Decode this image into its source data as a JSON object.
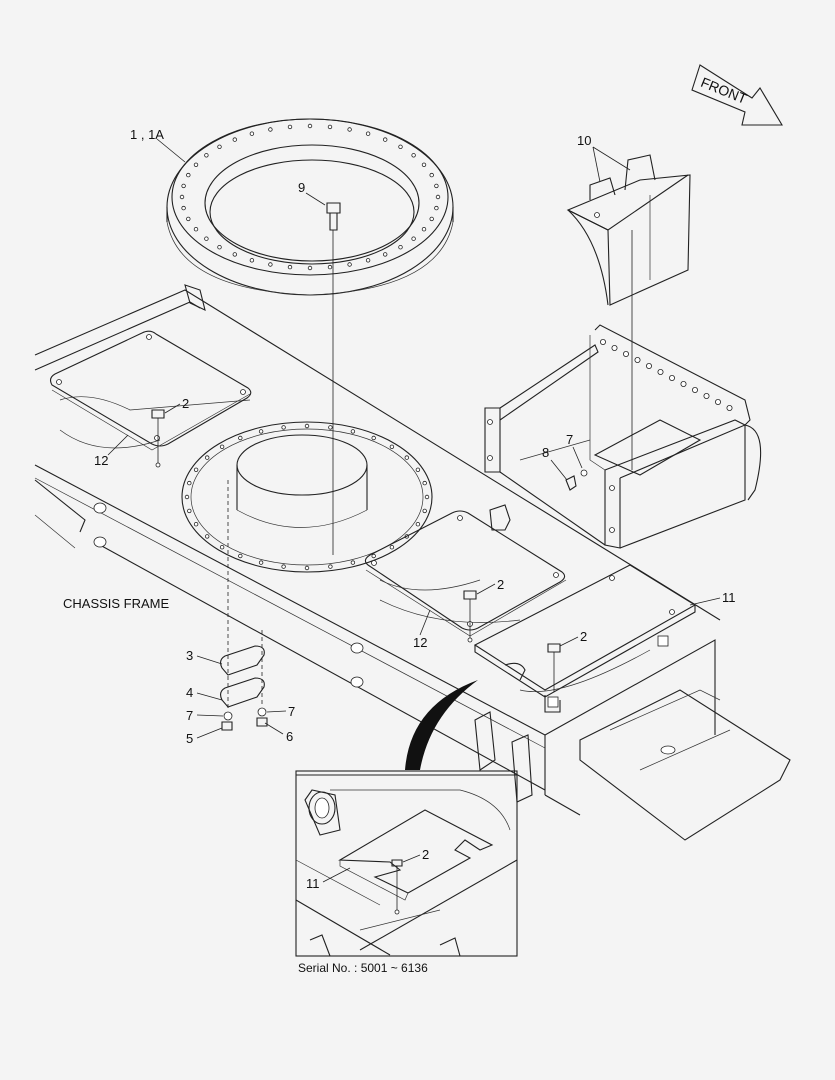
{
  "front_arrow": {
    "label": "FRONT"
  },
  "frame_label": "CHASSIS FRAME",
  "serial": "Serial No. : 5001 ~ 6136",
  "callouts": {
    "c_1_1a": "1 , 1A",
    "c_9": "9",
    "c_10": "10",
    "c_2a": "2",
    "c_12a": "12",
    "c_8": "8",
    "c_7a": "7",
    "c_2b": "2",
    "c_12b": "12",
    "c_11": "11",
    "c_2c": "2",
    "c_3": "3",
    "c_4": "4",
    "c_7b": "7",
    "c_7c": "7",
    "c_5": "5",
    "c_6": "6",
    "c_2d": "2",
    "c_11b": "11"
  }
}
